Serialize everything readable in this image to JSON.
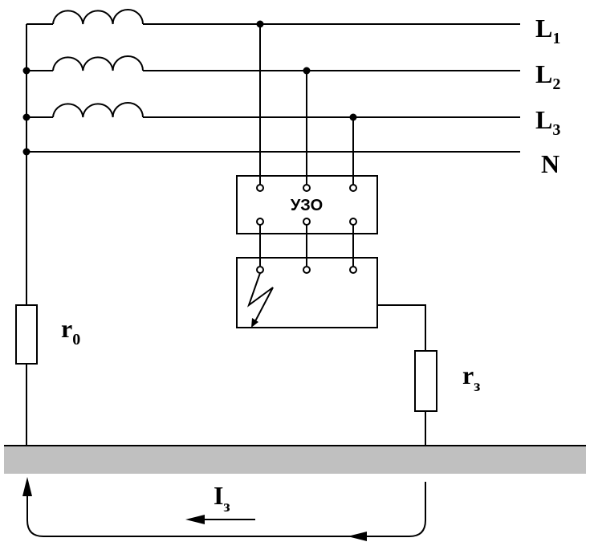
{
  "phases": [
    {
      "main": "L",
      "sub": "1"
    },
    {
      "main": "L",
      "sub": "2"
    },
    {
      "main": "L",
      "sub": "3"
    }
  ],
  "neutral": "N",
  "rcd_label": "УЗО",
  "r0": {
    "main": "r",
    "sub": "0"
  },
  "rz": {
    "main": "r",
    "sub": "з"
  },
  "current": {
    "main": "I",
    "sub": "з"
  },
  "colors": {
    "wire": "#000000",
    "ground": "#c0c0c0"
  }
}
